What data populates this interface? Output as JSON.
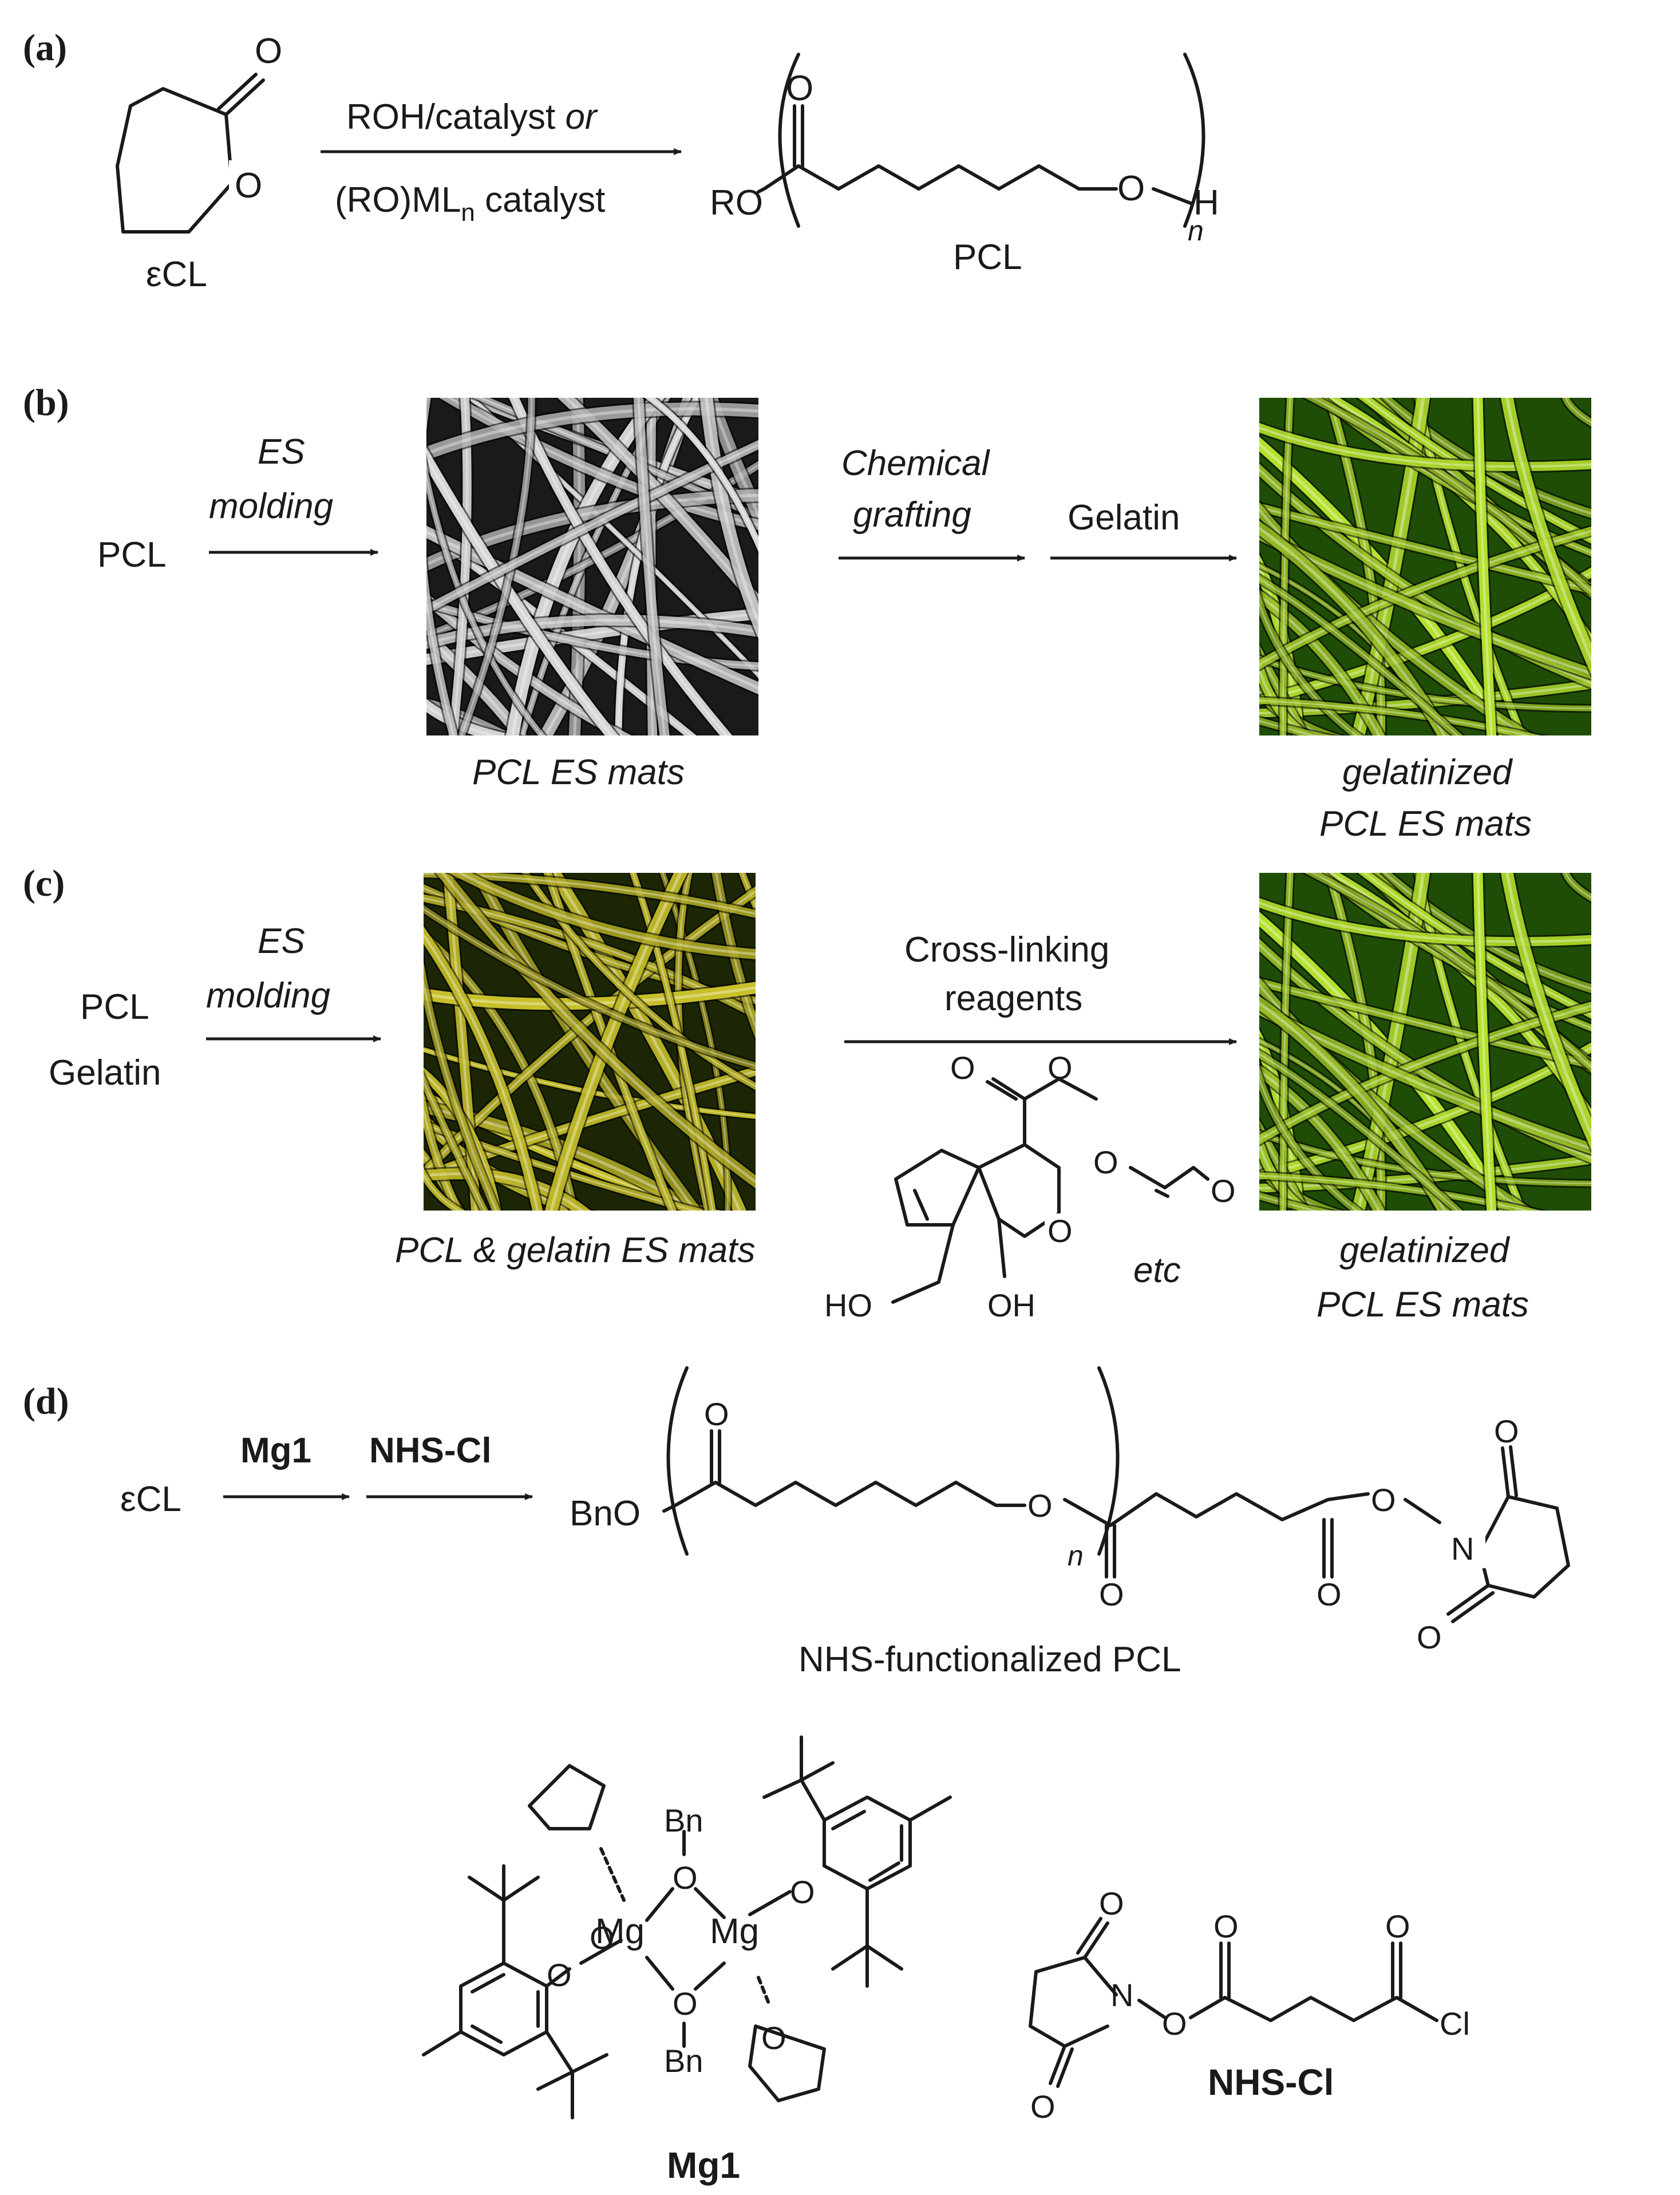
{
  "panels": {
    "a": "(a)",
    "b": "(b)",
    "c": "(c)",
    "d": "(d)"
  },
  "a": {
    "monomer_label": "εCL",
    "reagent_line1": "ROH/catalyst",
    "reagent_or": "or",
    "reagent_line2_prefix": "(RO)ML",
    "reagent_line2_sub": "n",
    "reagent_line2_suffix": " catalyst",
    "ro": "RO",
    "o_carbonyl": "O",
    "o_chain": "O",
    "h": "H",
    "n": "n",
    "product_label": "PCL",
    "ring_carbonyl_o": "O",
    "ring_o": "O"
  },
  "b": {
    "start": "PCL",
    "step1_line1": "ES",
    "step1_line2": "molding",
    "step2_line1": "Chemical",
    "step2_line2": "grafting",
    "step3": "Gelatin",
    "mat1_caption": "PCL ES mats",
    "mat2_caption_line1": "gelatinized",
    "mat2_caption_line2": "PCL ES mats"
  },
  "c": {
    "start_line1": "PCL",
    "start_line2": "Gelatin",
    "step1_line1": "ES",
    "step1_line2": "molding",
    "step2_line1": "Cross-linking",
    "step2_line2": "reagents",
    "mat1_caption": "PCL & gelatin ES mats",
    "mat2_caption_line1": "gelatinized",
    "mat2_caption_line2": "PCL ES mats",
    "etc": "etc",
    "genipin_ho": "HO",
    "genipin_oh": "OH",
    "genipin_o_ring": "O",
    "genipin_o_carbonyl": "O",
    "genipin_o_ester": "O",
    "glyoxal_o1": "O",
    "glyoxal_o2": "O"
  },
  "d": {
    "start": "εCL",
    "reagent1": "Mg1",
    "reagent2": "NHS-Cl",
    "bno": "BnO",
    "o_top": "O",
    "o_chain": "O",
    "o_link": "O",
    "o_ester": "O",
    "o_nhs1": "O",
    "o_nhs2": "O",
    "o_nhs_o": "O",
    "n_atom": "N",
    "n_sub": "n",
    "product_label": "NHS-functionalized PCL",
    "mg1_label": "Mg1",
    "nhscl_label": "NHS-Cl",
    "mg1": {
      "mg_left": "Mg",
      "mg_right": "Mg",
      "bn_top": "Bn",
      "bn_bottom": "Bn",
      "o_top": "O",
      "o_bottom": "O",
      "o_phenoxy_left": "O",
      "o_phenoxy_right": "O",
      "o_thf_top": "O",
      "o_thf_bottom": "O"
    },
    "nhscl": {
      "n_atom": "N",
      "o_ring_top": "O",
      "o_ring_bottom": "O",
      "o_link": "O",
      "o_ester": "O",
      "o_acyl": "O",
      "cl": "Cl"
    }
  },
  "colors": {
    "mat_gray_bg": "#1a1a1a",
    "mat_gray_fiber": "#d9d9d9",
    "mat_green_bg": "#1f4d05",
    "mat_green_fiber": "#b8e62e",
    "mat_yellow_bg": "#1c2605",
    "mat_yellow_fiber": "#c9c22a"
  }
}
